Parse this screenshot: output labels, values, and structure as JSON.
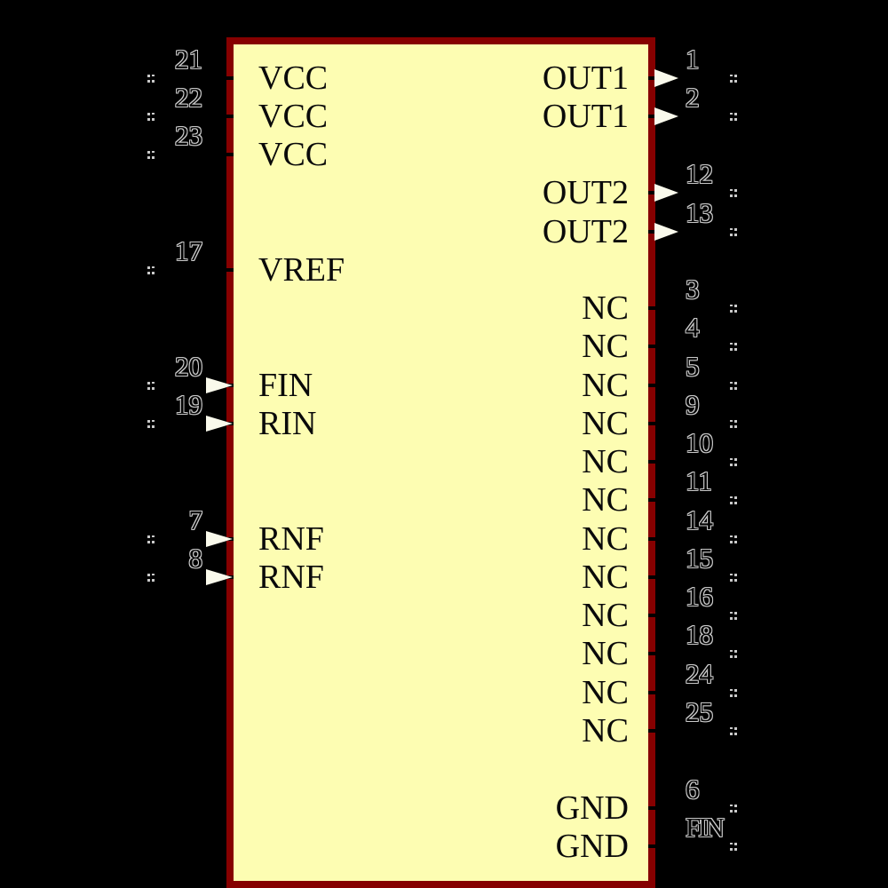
{
  "colors": {
    "background": "#000000",
    "body_fill": "#FDFDB2",
    "body_border": "#860000",
    "arrow_fill": "#FAFAEC",
    "pin_number_outline": "#C9C9C9",
    "pin_name_ink": "#0A0A0A"
  },
  "component": {
    "kind": "schematic-symbol",
    "pins": {
      "left": [
        {
          "number": "21",
          "name": "VCC",
          "direction": "none"
        },
        {
          "number": "22",
          "name": "VCC",
          "direction": "none"
        },
        {
          "number": "23",
          "name": "VCC",
          "direction": "none"
        },
        {
          "number": "17",
          "name": "VREF",
          "direction": "none"
        },
        {
          "number": "20",
          "name": "FIN",
          "direction": "input"
        },
        {
          "number": "19",
          "name": "RIN",
          "direction": "input"
        },
        {
          "number": "7",
          "name": "RNF",
          "direction": "input"
        },
        {
          "number": "8",
          "name": "RNF",
          "direction": "input"
        }
      ],
      "right": [
        {
          "number": "1",
          "name": "OUT1",
          "direction": "output"
        },
        {
          "number": "2",
          "name": "OUT1",
          "direction": "output"
        },
        {
          "number": "12",
          "name": "OUT2",
          "direction": "output"
        },
        {
          "number": "13",
          "name": "OUT2",
          "direction": "output"
        },
        {
          "number": "3",
          "name": "NC",
          "direction": "none"
        },
        {
          "number": "4",
          "name": "NC",
          "direction": "none"
        },
        {
          "number": "5",
          "name": "NC",
          "direction": "none"
        },
        {
          "number": "9",
          "name": "NC",
          "direction": "none"
        },
        {
          "number": "10",
          "name": "NC",
          "direction": "none"
        },
        {
          "number": "11",
          "name": "NC",
          "direction": "none"
        },
        {
          "number": "14",
          "name": "NC",
          "direction": "none"
        },
        {
          "number": "15",
          "name": "NC",
          "direction": "none"
        },
        {
          "number": "16",
          "name": "NC",
          "direction": "none"
        },
        {
          "number": "18",
          "name": "NC",
          "direction": "none"
        },
        {
          "number": "24",
          "name": "NC",
          "direction": "none"
        },
        {
          "number": "25",
          "name": "NC",
          "direction": "none"
        },
        {
          "number": "6",
          "name": "GND",
          "direction": "none"
        },
        {
          "number": "FIN",
          "name": "GND",
          "direction": "none"
        }
      ]
    }
  }
}
